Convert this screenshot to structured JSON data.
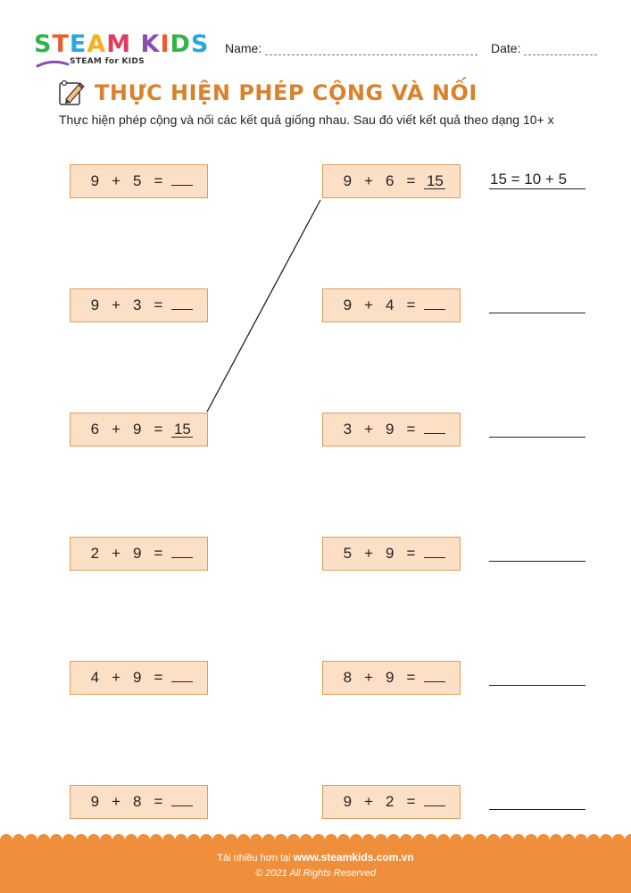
{
  "header": {
    "logo": {
      "word": "STEAM KIDS",
      "subtitle": "STEAM for KIDS",
      "letter_colors": [
        "#36b24a",
        "#f05a28",
        "#2aa7df",
        "#f6b21b",
        "#e23b5d",
        "#8e4bb0",
        "#f05a28",
        "#36b24a",
        "#2aa7df"
      ]
    },
    "name_label": "Name:",
    "date_label": "Date:"
  },
  "worksheet": {
    "title": "THỰC HIỆN PHÉP CỘNG VÀ NỐI",
    "instructions": "Thực hiện phép cộng và nối các kết quả giống nhau. Sau đó viết kết quả theo dạng 10+ x",
    "left_column": [
      {
        "a": "9",
        "b": "5",
        "answer": ""
      },
      {
        "a": "9",
        "b": "3",
        "answer": ""
      },
      {
        "a": "6",
        "b": "9",
        "answer": "15"
      },
      {
        "a": "2",
        "b": "9",
        "answer": ""
      },
      {
        "a": "4",
        "b": "9",
        "answer": ""
      },
      {
        "a": "9",
        "b": "8",
        "answer": ""
      }
    ],
    "right_column": [
      {
        "a": "9",
        "b": "6",
        "answer": "15",
        "result": "15 = 10 + 5"
      },
      {
        "a": "9",
        "b": "4",
        "answer": "",
        "result": ""
      },
      {
        "a": "3",
        "b": "9",
        "answer": "",
        "result": ""
      },
      {
        "a": "5",
        "b": "9",
        "answer": "",
        "result": ""
      },
      {
        "a": "8",
        "b": "9",
        "answer": "",
        "result": ""
      },
      {
        "a": "9",
        "b": "2",
        "answer": "",
        "result": ""
      }
    ],
    "plus_sign": "+",
    "equals_sign": "=",
    "accent_color": "#d9822b",
    "box_fill": "#fce0c6",
    "box_border": "#e49a5b"
  },
  "footer": {
    "download_prefix": "Tải nhiều hơn tại",
    "website": "www.steamkids.com.vn",
    "copyright": "© 2021 All Rights Reserved",
    "color": "#ef8f3c"
  }
}
